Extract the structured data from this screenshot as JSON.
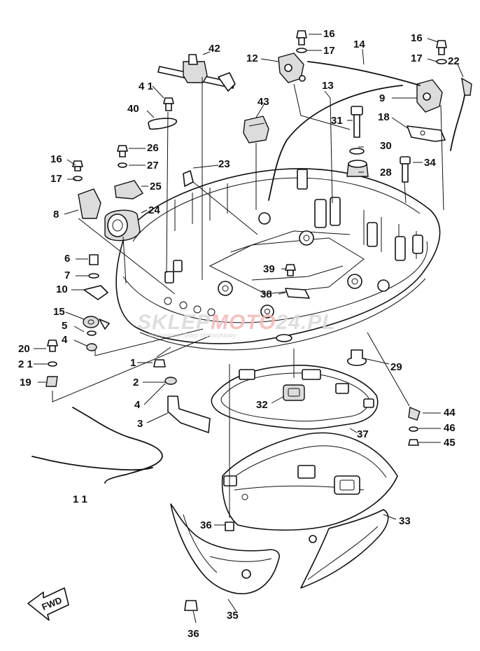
{
  "callouts": [
    {
      "id": "c42",
      "text": "42"
    },
    {
      "id": "c16a",
      "text": "16"
    },
    {
      "id": "c17a",
      "text": "17"
    },
    {
      "id": "c14",
      "text": "14"
    },
    {
      "id": "c16b",
      "text": "16"
    },
    {
      "id": "c17b",
      "text": "17"
    },
    {
      "id": "c22",
      "text": "22"
    },
    {
      "id": "c12",
      "text": "12"
    },
    {
      "id": "c13",
      "text": "13"
    },
    {
      "id": "c9",
      "text": "9"
    },
    {
      "id": "c18",
      "text": "18"
    },
    {
      "id": "c41",
      "text": "4 1"
    },
    {
      "id": "c40",
      "text": "40"
    },
    {
      "id": "c43",
      "text": "43"
    },
    {
      "id": "c31",
      "text": "31"
    },
    {
      "id": "c30",
      "text": "30"
    },
    {
      "id": "c28",
      "text": "28"
    },
    {
      "id": "c34",
      "text": "34"
    },
    {
      "id": "c26",
      "text": "26"
    },
    {
      "id": "c27",
      "text": "27"
    },
    {
      "id": "c23",
      "text": "23"
    },
    {
      "id": "c16c",
      "text": "16"
    },
    {
      "id": "c17c",
      "text": "17"
    },
    {
      "id": "c25",
      "text": "25"
    },
    {
      "id": "c8",
      "text": "8"
    },
    {
      "id": "c24",
      "text": "24"
    },
    {
      "id": "c6",
      "text": "6"
    },
    {
      "id": "c7",
      "text": "7"
    },
    {
      "id": "c10",
      "text": "10"
    },
    {
      "id": "c39",
      "text": "39"
    },
    {
      "id": "c38",
      "text": "38"
    },
    {
      "id": "c15",
      "text": "15"
    },
    {
      "id": "c5",
      "text": "5"
    },
    {
      "id": "c4a",
      "text": "4"
    },
    {
      "id": "c20",
      "text": "20"
    },
    {
      "id": "c21",
      "text": "2 1"
    },
    {
      "id": "c19",
      "text": "19"
    },
    {
      "id": "c1",
      "text": "1"
    },
    {
      "id": "c2",
      "text": "2"
    },
    {
      "id": "c4b",
      "text": "4"
    },
    {
      "id": "c3",
      "text": "3"
    },
    {
      "id": "c29",
      "text": "29"
    },
    {
      "id": "c32",
      "text": "32"
    },
    {
      "id": "c44",
      "text": "44"
    },
    {
      "id": "c46",
      "text": "46"
    },
    {
      "id": "c45",
      "text": "45"
    },
    {
      "id": "c37",
      "text": "37"
    },
    {
      "id": "c11",
      "text": "1 1"
    },
    {
      "id": "c36a",
      "text": "36"
    },
    {
      "id": "c33",
      "text": "33"
    },
    {
      "id": "c35",
      "text": "35"
    },
    {
      "id": "c36b",
      "text": "36"
    }
  ],
  "direction_label": "FWD",
  "watermark": {
    "brand_prefix": "SKLEP",
    "brand_accent": "MOTO",
    "brand_suffix": "24.PL",
    "tagline": "Internetowy Sklep Motocyklowy"
  },
  "colors": {
    "line": "#111111",
    "watermark_gray": "#d9d9d9",
    "watermark_red": "#f2b8b8"
  }
}
